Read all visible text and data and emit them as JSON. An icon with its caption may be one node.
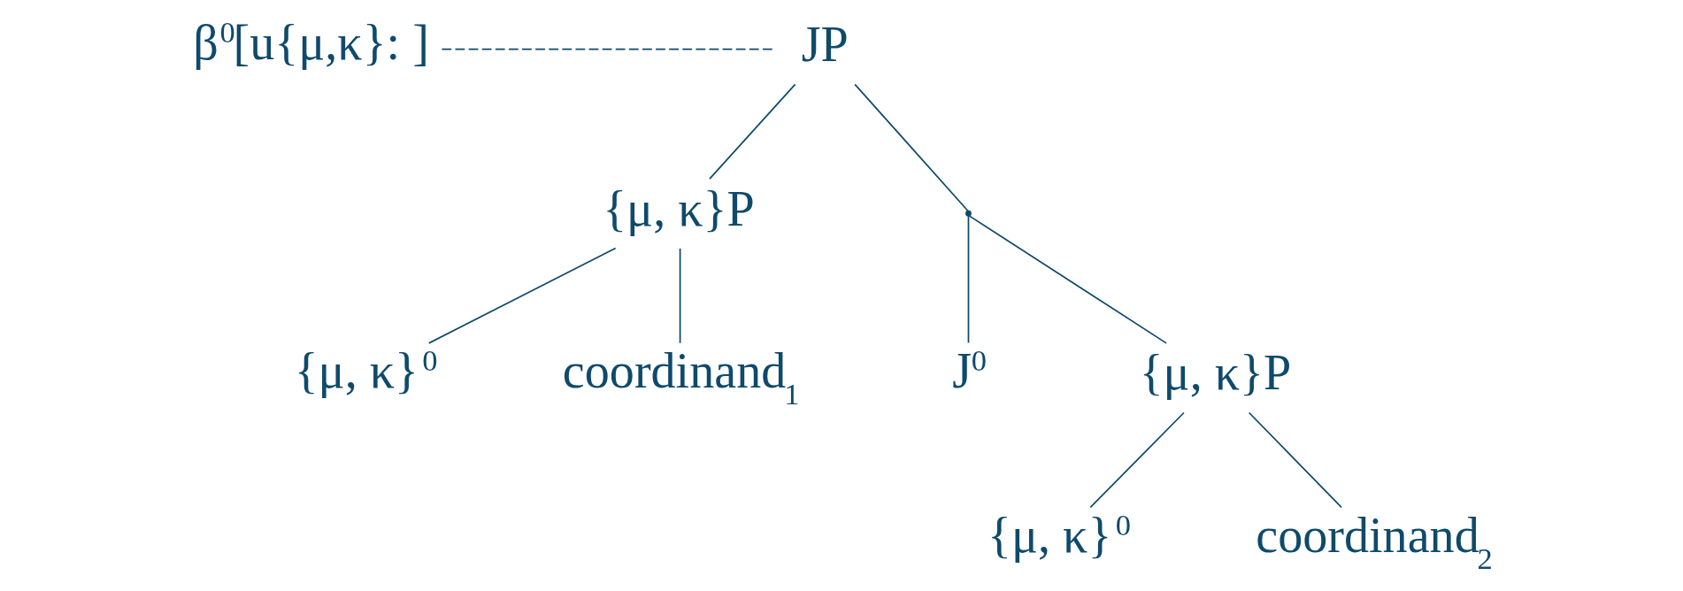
{
  "diagram": {
    "nodes": [
      {
        "text": [
          "β$^{0}$[u{μ,κ}: ]"
        ]
      },
      {
        "text": [
          "JP"
        ]
      },
      {
        "text": [
          "{μ, κ}P"
        ]
      },
      {
        "text": [
          "{μ, κ}$^{0}$"
        ]
      },
      {
        "text": [
          "coordinand$_{1}$"
        ]
      },
      {
        "text": [],
        "shape": "point"
      },
      {
        "text": [
          "J$^{0}$"
        ]
      },
      {
        "text": [
          "{μ, κ}P"
        ]
      },
      {
        "text": [
          "{μ, κ}$^{0}$"
        ]
      },
      {
        "text": [
          "coordinand$_{2}$"
        ]
      }
    ],
    "edges": [
      {
        "from": 0,
        "to": 1,
        "arrow": "none",
        "style": "dashed"
      },
      {
        "from": 1,
        "to": 2,
        "arrow": "none"
      },
      {
        "from": 1,
        "to": 5,
        "arrow": "none"
      },
      {
        "from": 2,
        "to": 3,
        "arrow": "none"
      },
      {
        "from": 2,
        "to": 4,
        "arrow": "none"
      },
      {
        "from": 5,
        "to": 6,
        "arrow": "none"
      },
      {
        "from": 5,
        "to": 7,
        "arrow": "none"
      },
      {
        "from": 7,
        "to": 8,
        "arrow": "none"
      },
      {
        "from": 7,
        "to": 9,
        "arrow": "none"
      }
    ]
  }
}
